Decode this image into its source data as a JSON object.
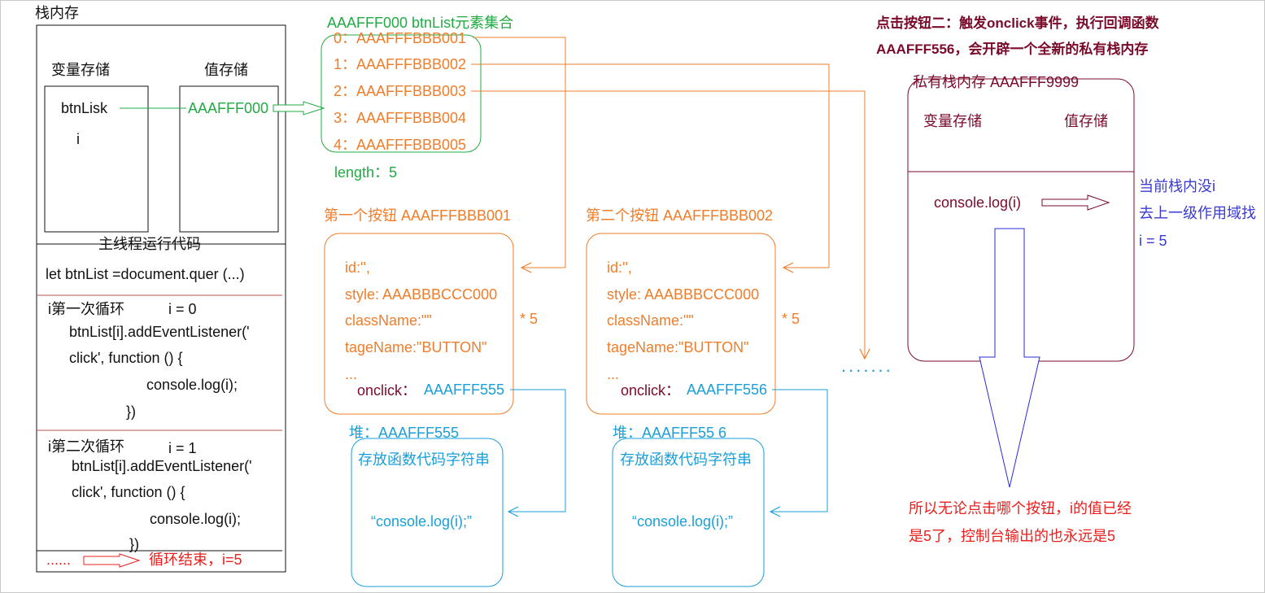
{
  "stack": {
    "title": "栈内存",
    "var_header": "变量存储",
    "val_header": "值存储",
    "var_btnlist": "btnLisk",
    "var_i": "i",
    "val_addr": "AAAFFF000",
    "main_title": "主线程运行代码",
    "code_line": "let btnList =document.quer  (...)",
    "loop1_label": "i第一次循环",
    "loop1_i": "i = 0",
    "loop1_code": [
      "btnList[i].addEventListener('",
      "click', function () {",
      "console.log(i);",
      "})"
    ],
    "loop2_label": "i第二次循环",
    "loop2_i": "i = 1",
    "loop2_code": [
      "btnList[i].addEventListener('",
      "click', function () {",
      "console.log(i);",
      "})"
    ],
    "dots": "......",
    "loop_end": "循环结束，i=5"
  },
  "collection": {
    "title": "AAAFFF000  btnList元素集合",
    "items": [
      "0：AAAFFFBBB001",
      "1：AAAFFFBBB002",
      "2：AAAFFFBBB003",
      "3：AAAFFFBBB004",
      "4：AAAFFFBBB005"
    ],
    "length": "length：5"
  },
  "buttons": [
    {
      "title": "第一个按钮 AAAFFFBBB001",
      "props": [
        "id:'',",
        "style: AAABBBCCC000",
        "className:\"\"",
        "tageName:\"BUTTON\"",
        "..."
      ],
      "onclick_label": "onclick：",
      "onclick_value": "AAAFFF555",
      "multiplier": "* 5",
      "heap_title": "堆：AAAFFF555",
      "heap_desc": "存放函数代码字符串",
      "heap_code": "“console.log(i);”"
    },
    {
      "title": "第二个按钮 AAAFFFBBB002",
      "props": [
        "id:'',",
        "style: AAABBBCCC000",
        "className:\"\"",
        "tageName:\"BUTTON\"",
        "..."
      ],
      "onclick_label": "onclick：",
      "onclick_value": "AAAFFF556",
      "multiplier": "* 5",
      "heap_title": "堆：AAAFFF55 6",
      "heap_desc": "存放函数代码字符串",
      "heap_code": "“console.log(i);”"
    }
  ],
  "more_dots": ".......",
  "click_note": [
    "点击按钮二：触发onclick事件，执行回调函数",
    "AAAFFF556，会开辟一个全新的私有栈内存"
  ],
  "private_stack": {
    "title": "私有栈内存 AAAFFF9999",
    "var_header": "变量存储",
    "val_header": "值存储",
    "code": "console.log(i)"
  },
  "scope_note": [
    "当前栈内没i",
    "去上一级作用域找",
    "i = 5"
  ],
  "conclusion": [
    "所以无论点击哪个按钮，i的值已经",
    "是5了，控制台输出的也永远是5"
  ],
  "colors": {
    "black": "#111111",
    "green": "#22aa44",
    "orange": "#f07d2a",
    "cyan": "#1a9fd8",
    "dark_red": "#7a0a2a",
    "red": "#e8201e",
    "blue": "#3a3ad0"
  }
}
